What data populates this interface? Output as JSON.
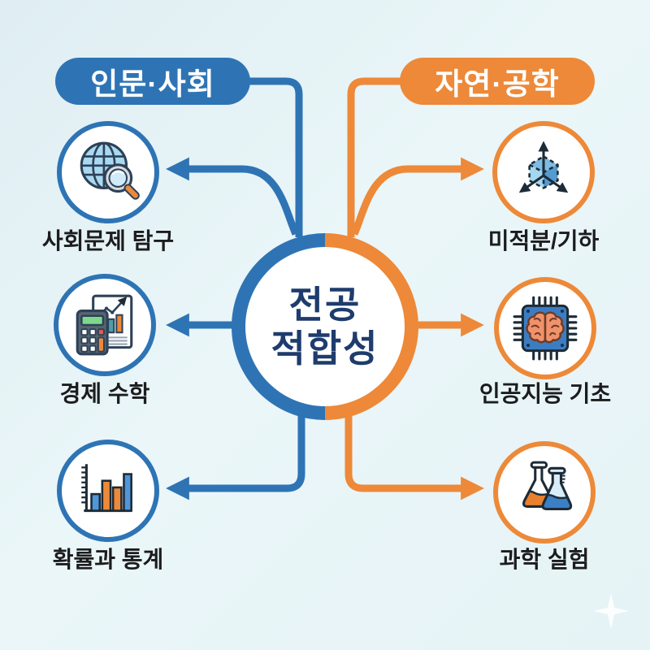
{
  "page": {
    "background": "#e9f5f7",
    "sparkle_icon": "sparkle-icon"
  },
  "center": {
    "title_line1": "전공",
    "title_line2": "적합성",
    "ring_left_color": "#2e74b5",
    "ring_right_color": "#ed8938",
    "text_color": "#1e3c6d"
  },
  "branches": {
    "left": {
      "label": "인문·사회",
      "color": "#2e74b5",
      "items": [
        {
          "label": "사회문제 탐구",
          "icon": "globe-magnifier-icon"
        },
        {
          "label": "경제 수학",
          "icon": "calculator-chart-icon"
        },
        {
          "label": "확률과 통계",
          "icon": "bar-chart-icon"
        }
      ]
    },
    "right": {
      "label": "자연·공학",
      "color": "#ed8938",
      "items": [
        {
          "label": "미적분/기하",
          "icon": "xyz-axes-cube-icon"
        },
        {
          "label": "인공지능 기초",
          "icon": "ai-brain-chip-icon"
        },
        {
          "label": "과학 실험",
          "icon": "flasks-icon"
        }
      ]
    }
  }
}
